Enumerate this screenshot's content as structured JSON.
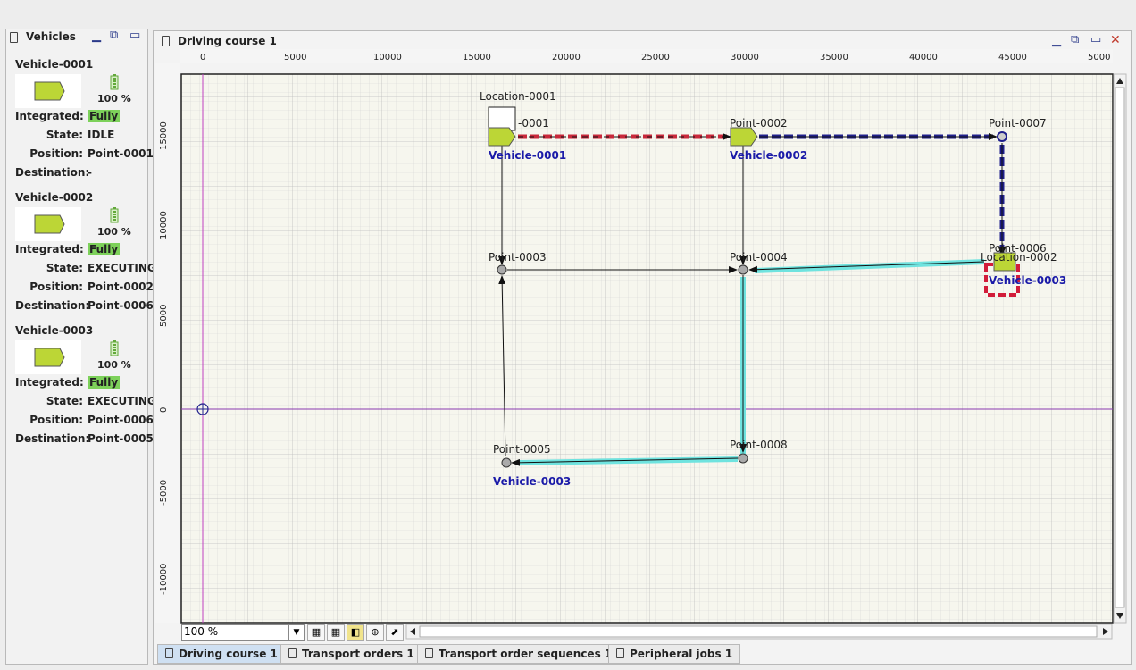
{
  "vehicles_panel": {
    "title": "Vehicles",
    "vehicles": [
      {
        "name": "Vehicle-0001",
        "battery": "100 %",
        "integrated_label": "Integrated:",
        "integrated": "Fully",
        "state_label": "State:",
        "state": "IDLE",
        "position_label": "Position:",
        "position": "Point-0001",
        "destination_label": "Destination:",
        "destination": "-"
      },
      {
        "name": "Vehicle-0002",
        "battery": "100 %",
        "integrated_label": "Integrated:",
        "integrated": "Fully",
        "state_label": "State:",
        "state": "EXECUTING",
        "position_label": "Position:",
        "position": "Point-0002",
        "destination_label": "Destination:",
        "destination": "Point-0006"
      },
      {
        "name": "Vehicle-0003",
        "battery": "100 %",
        "integrated_label": "Integrated:",
        "integrated": "Fully",
        "state_label": "State:",
        "state": "EXECUTING",
        "position_label": "Position:",
        "position": "Point-0006",
        "destination_label": "Destination:",
        "destination": "Point-0005"
      }
    ]
  },
  "course_window": {
    "title": "Driving course 1",
    "x_ruler": [
      "0",
      "5000",
      "10000",
      "15000",
      "20000",
      "25000",
      "30000",
      "35000",
      "40000",
      "45000",
      "5000"
    ],
    "y_ruler": [
      "15000",
      "10000",
      "5000",
      "0",
      "-5000",
      "-10000"
    ],
    "location_label": "Location-0001",
    "location_label_2": "Location-0002",
    "points": {
      "p1": "-0001",
      "p2": "Point-0002",
      "p3": "Point-0003",
      "p4": "Point-0004",
      "p5": "Point-0005",
      "p6": "Point-0006",
      "p7": "Point-0007",
      "p8": "Point-0008"
    },
    "vehicle_labels": {
      "v1": "Vehicle-0001",
      "v2": "Vehicle-0002",
      "v3": "Vehicle-0003",
      "v3b": "Vehicle-0003"
    },
    "zoom": "100 %"
  },
  "tabs": [
    "Driving course 1",
    "Transport orders 1",
    "Transport order sequences 1",
    "Peripheral jobs 1"
  ],
  "colors": {
    "vehicle": "#bcd636",
    "route_red": "#c8283a",
    "route_blue": "#1f1f8c",
    "route_cyan": "#6fe3df",
    "selection": "#d21c3a"
  }
}
